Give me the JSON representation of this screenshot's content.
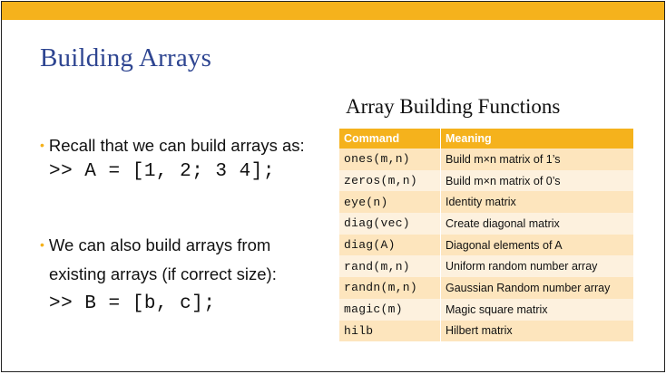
{
  "slide": {
    "title": "Building  Arrays",
    "bullet1": "Recall that we can build arrays as:",
    "code1": ">> A = [1, 2; 3 4];",
    "bullet2": "We can also build arrays from",
    "bullet2_cont": "existing arrays (if correct size):",
    "code2": ">> B = [b, c];",
    "bullet_marker": "•"
  },
  "table": {
    "title": "Array Building Functions",
    "headers": [
      "Command",
      "Meaning"
    ],
    "rows": [
      {
        "command": "ones(m,n)",
        "meaning": "Build m×n matrix of 1’s"
      },
      {
        "command": "zeros(m,n)",
        "meaning": "Build m×n matrix of 0’s"
      },
      {
        "command": "eye(n)",
        "meaning": "Identity matrix"
      },
      {
        "command": "diag(vec)",
        "meaning": "Create diagonal matrix"
      },
      {
        "command": "diag(A)",
        "meaning": "Diagonal elements of A"
      },
      {
        "command": "rand(m,n)",
        "meaning": "Uniform  random number array"
      },
      {
        "command": "randn(m,n)",
        "meaning": "Gaussian Random number array"
      },
      {
        "command": "magic(m)",
        "meaning": "Magic square matrix"
      },
      {
        "command": "hilb",
        "meaning": "Hilbert  matrix"
      }
    ]
  },
  "colors": {
    "accent": "#f5b21c",
    "title": "#2e4591",
    "row_odd": "#fde5bd",
    "row_even": "#fdf1de"
  }
}
